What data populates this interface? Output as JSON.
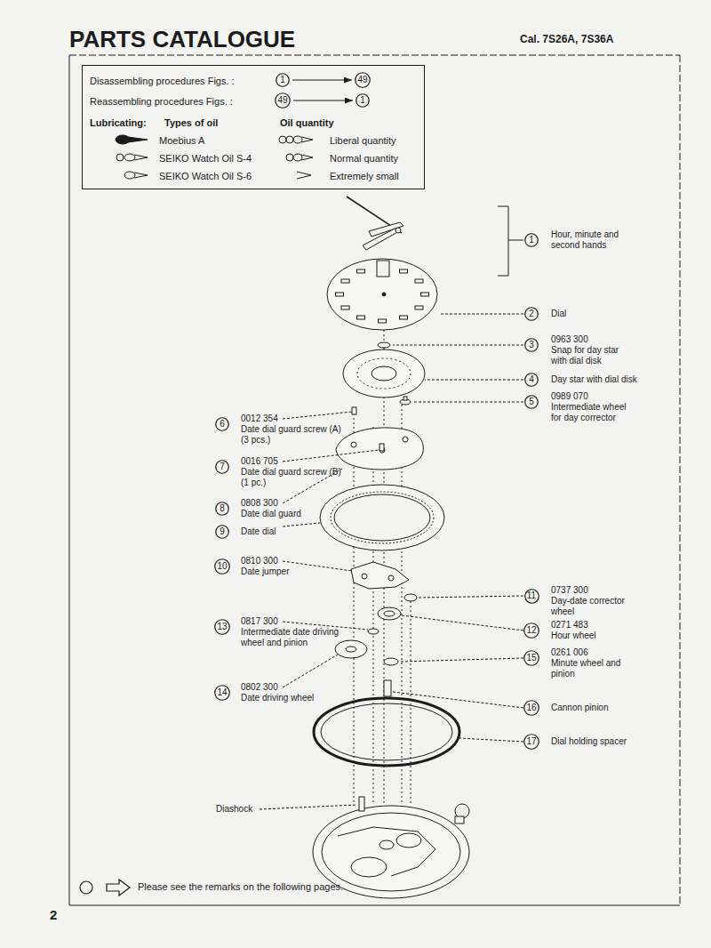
{
  "diagram": {
    "title": "PARTS CATALOGUE",
    "nodes": [
      {
        "text": [
          "Disassembling procedures Figs. :",
          "Reassembling procedures Figs. :",
          "Lubricating:",
          "Types of oil",
          "Oil quantity"
        ]
      },
      {
        "text": [
          "1"
        ],
        "in": 0
      },
      {
        "text": [
          "49"
        ],
        "in": 0
      },
      {
        "text": [
          "49"
        ],
        "in": 0
      },
      {
        "text": [
          "1"
        ],
        "in": 0
      },
      {
        "text": [
          "1"
        ]
      },
      {
        "text": [
          "2"
        ]
      },
      {
        "text": [
          "3"
        ]
      },
      {
        "text": [
          "4"
        ]
      },
      {
        "text": [
          "5"
        ]
      },
      {
        "text": [
          "6"
        ]
      },
      {
        "text": [
          "7"
        ]
      },
      {
        "text": [
          "8"
        ]
      },
      {
        "text": [
          "9"
        ]
      },
      {
        "text": [
          "10"
        ]
      },
      {
        "text": [
          "11"
        ]
      },
      {
        "text": [
          "13"
        ]
      },
      {
        "text": [
          "12"
        ]
      },
      {
        "text": [
          "15"
        ]
      },
      {
        "text": [
          "14"
        ]
      },
      {
        "text": [
          "16"
        ]
      },
      {
        "text": [
          "17"
        ]
      }
    ],
    "edges": [
      {
        "from": 1,
        "to": 2,
        "arrow": "to"
      },
      {
        "from": 3,
        "to": 4,
        "arrow": "to"
      }
    ],
    "labels": [
      "Cal. 7S26A, 7S36A",
      "Hour, minute and second hands",
      "Dial",
      "0963 300",
      "Snap for day star with dial disk",
      "Day star with dial disk",
      "0989 070",
      "Intermediate wheel for day corrector",
      "0012 354",
      "Date dial guard screw (A) (3 pcs.)",
      "0016 705",
      "Date dial guard screw (B) (1 pc.)",
      "0808 300",
      "Date dial guard",
      "Date dial",
      "0810 300",
      "Date jumper",
      "0737 300",
      "Day-date corrector wheel",
      "0817 300",
      "Intermediate date driving wheel and pinion",
      "0271 483",
      "Hour wheel",
      "0261 006",
      "Minute wheel and pinion",
      "0802 300",
      "Date driving wheel",
      "Cannon pinion",
      "Dial holding spacer",
      "Diashock",
      "Please see the remarks on the following pages.",
      "2"
    ],
    "legend": [
      {
        "text": "Moebius A"
      },
      {
        "text": "SEIKO Watch Oil S-4"
      },
      {
        "text": "SEIKO Watch Oil S-6"
      },
      {
        "text": "Liberal quantity"
      },
      {
        "text": "Normal quantity"
      },
      {
        "text": "Extremely small"
      }
    ]
  }
}
